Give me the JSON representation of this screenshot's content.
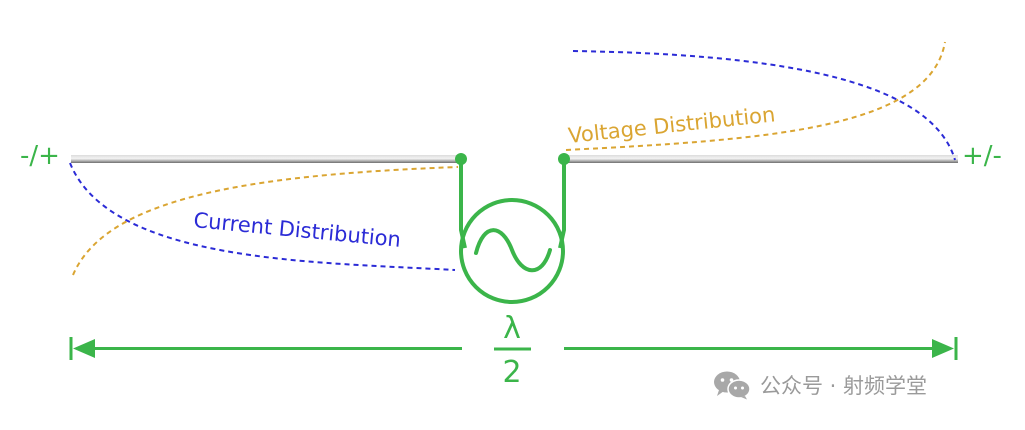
{
  "diagram": {
    "left_sign": "-/+",
    "right_sign": "+/-",
    "voltage_label": "Voltage Distribution",
    "current_label": "Current Distribution",
    "length": {
      "numerator": "λ",
      "denominator": "2"
    }
  },
  "watermark": {
    "text": "公众号 · 射频学堂",
    "icon": "wechat-icon"
  },
  "colors": {
    "green": "#3bb54a",
    "voltage": "#daa532",
    "current": "#2b2bd6",
    "rod": "#9a9a9a",
    "watermark": "#9a9a9a"
  }
}
